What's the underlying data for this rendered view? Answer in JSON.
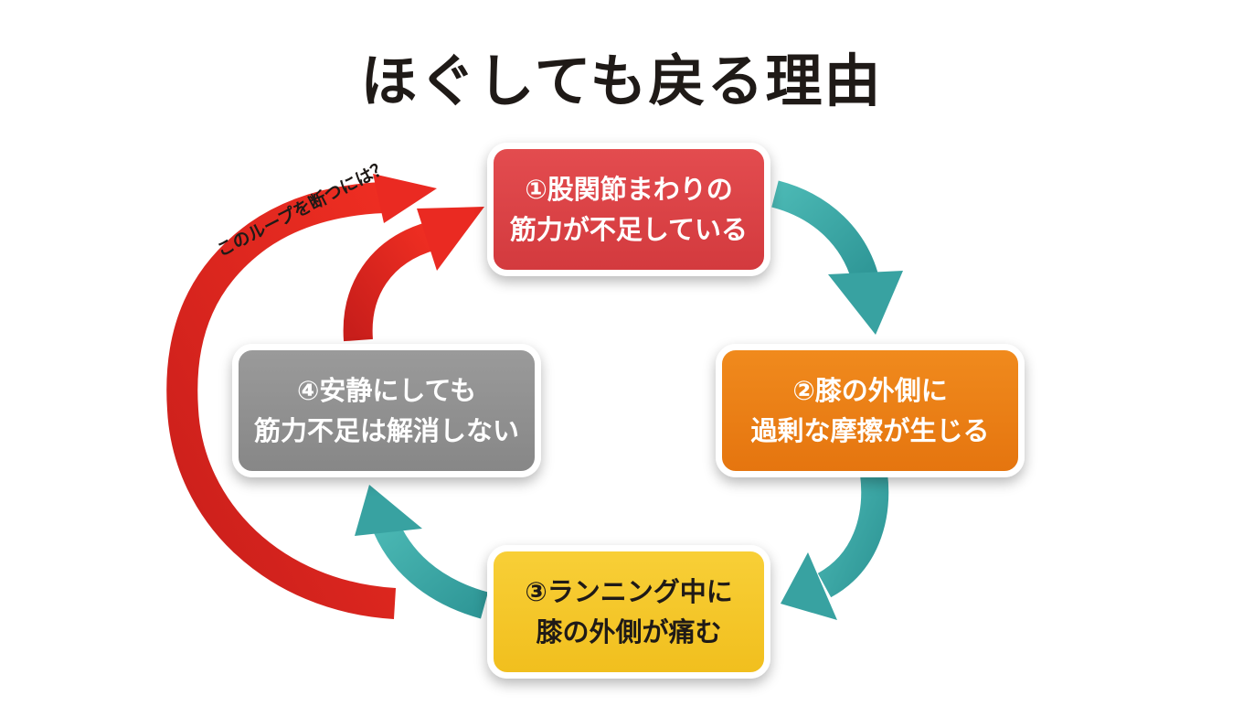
{
  "title": "ほぐしても戻る理由",
  "steps": [
    {
      "line1": "①股関節まわりの",
      "line2": "筋力が不足している",
      "color": "#dc4245"
    },
    {
      "line1": "②膝の外側に",
      "line2": "過剰な摩擦が生じる",
      "color": "#ec8118"
    },
    {
      "line1": "③ランニング中に",
      "line2": "膝の外側が痛む",
      "color": "#f5c72a"
    },
    {
      "line1": "④安静にしても",
      "line2": "筋力不足は解消しない",
      "color": "#909090"
    }
  ],
  "loop_label": "このループを断つには？",
  "colors": {
    "cycle_arrow": "#3aa3a3",
    "loop_arrow": "#e52521"
  }
}
